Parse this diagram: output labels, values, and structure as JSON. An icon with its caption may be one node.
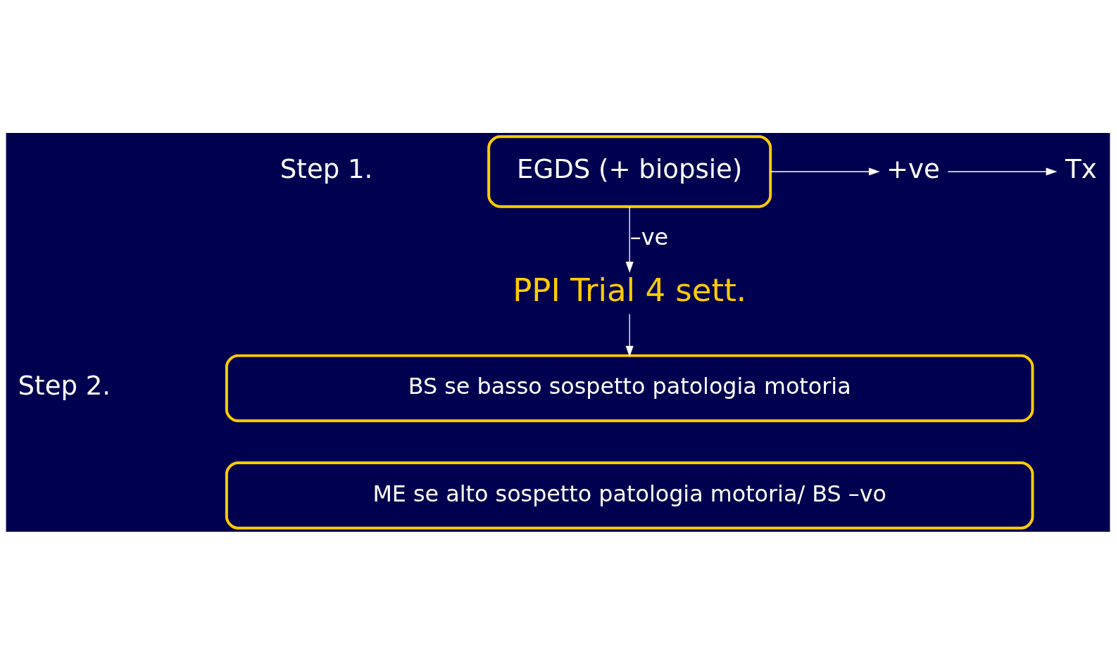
{
  "diagram": {
    "nodes": [
      {
        "text": [
          "EGDS (+ biopsie)"
        ]
      },
      {
        "text": [
          "+ve"
        ]
      },
      {
        "text": [
          "Tx"
        ]
      },
      {
        "text": [
          "PPI Trial 4 sett."
        ]
      },
      {
        "text": [
          "BS se basso sospetto patologia motoria"
        ]
      },
      {
        "text": [
          "ME se alto sospetto patologia motoria/ BS –vo"
        ]
      }
    ],
    "edges": [
      {
        "from": 0,
        "to": 1,
        "arrow": "to"
      },
      {
        "from": 1,
        "to": 2,
        "arrow": "to"
      },
      {
        "from": 0,
        "to": 3,
        "arrow": "to",
        "label": "–ve"
      },
      {
        "from": 3,
        "to": 4,
        "arrow": "to"
      }
    ],
    "labels": [
      "Step 1.",
      "Step 2."
    ]
  }
}
